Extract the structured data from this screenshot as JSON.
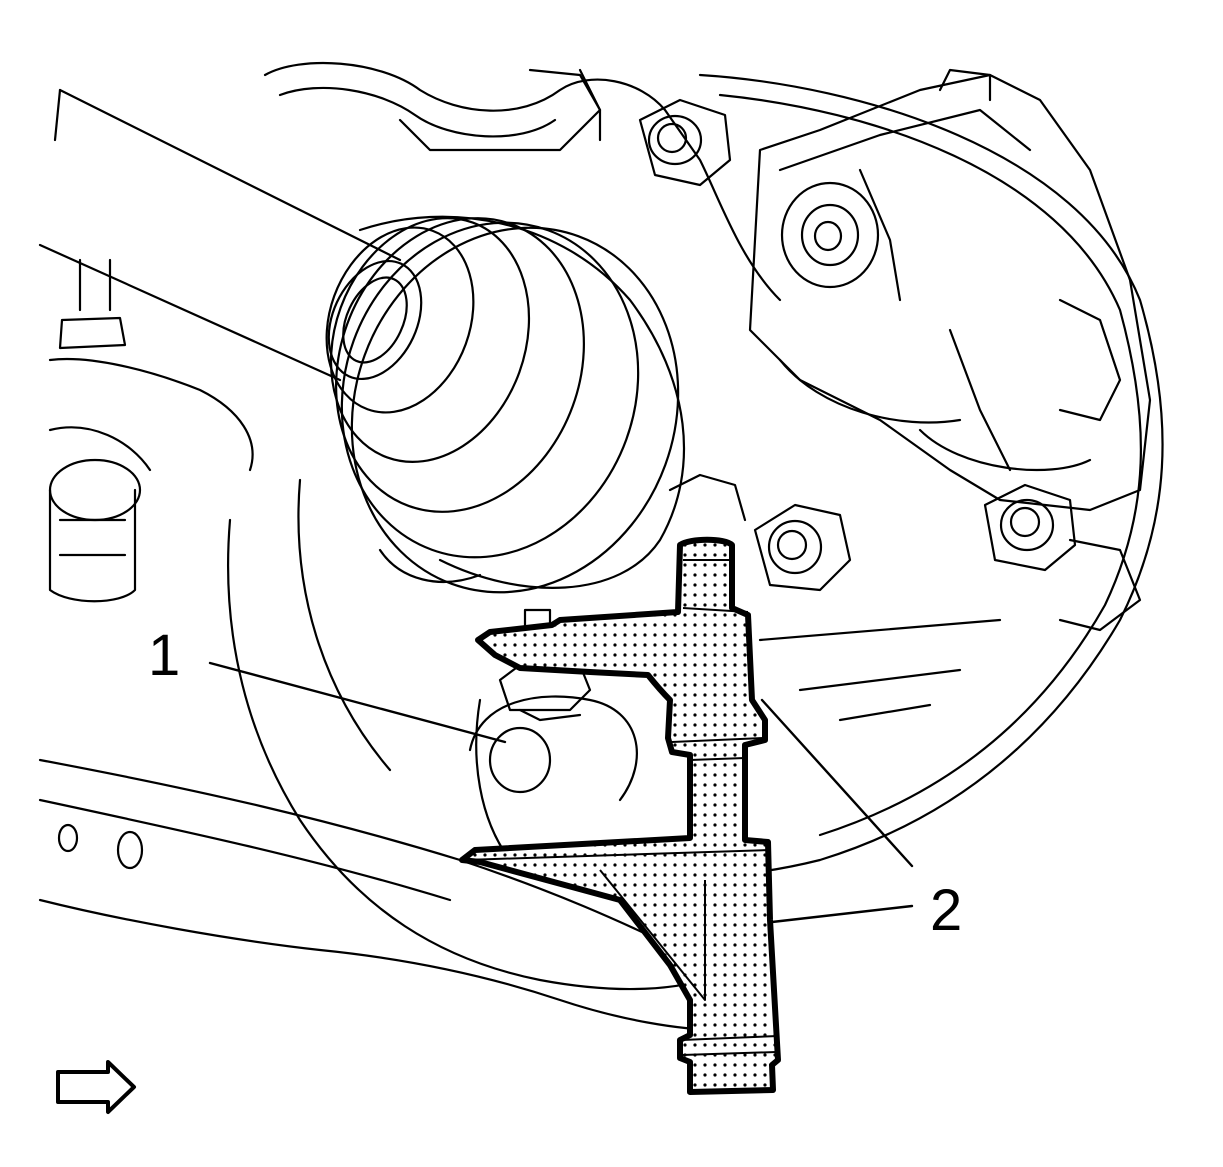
{
  "callouts": [
    {
      "id": "1",
      "label": "1"
    },
    {
      "id": "2",
      "label": "2"
    }
  ],
  "icons": {
    "direction": "right-arrow-icon"
  },
  "colors": {
    "line": "#000000",
    "background": "#ffffff",
    "tool_dots": "#000000"
  }
}
